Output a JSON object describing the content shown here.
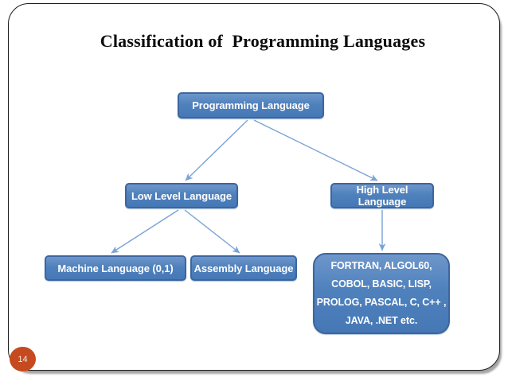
{
  "slide": {
    "title": "Classification of  Programming Languages",
    "page_number": "14",
    "page_badge_color": "#c64a1f",
    "border_color": "#1c1c1c"
  },
  "diagram": {
    "type": "tree",
    "node_fill": "#4f81bd",
    "node_border": "#3c66a0",
    "node_text_color": "#ffffff",
    "connector_color": "#7aa3d6",
    "nodes": {
      "root": {
        "label": "Programming Language"
      },
      "low": {
        "label": "Low Level Language"
      },
      "high": {
        "label": "High Level Language"
      },
      "machine": {
        "label": "Machine Language (0,1)"
      },
      "assembly": {
        "label": "Assembly Language"
      },
      "examples": {
        "lines": [
          "FORTRAN, ALGOL60,",
          "COBOL, BASIC, LISP,",
          "PROLOG, PASCAL, C, C++ ,",
          "JAVA, .NET etc."
        ]
      }
    },
    "edges": [
      {
        "from": "root",
        "to": "low"
      },
      {
        "from": "root",
        "to": "high"
      },
      {
        "from": "low",
        "to": "machine"
      },
      {
        "from": "low",
        "to": "assembly"
      },
      {
        "from": "high",
        "to": "examples"
      }
    ]
  }
}
